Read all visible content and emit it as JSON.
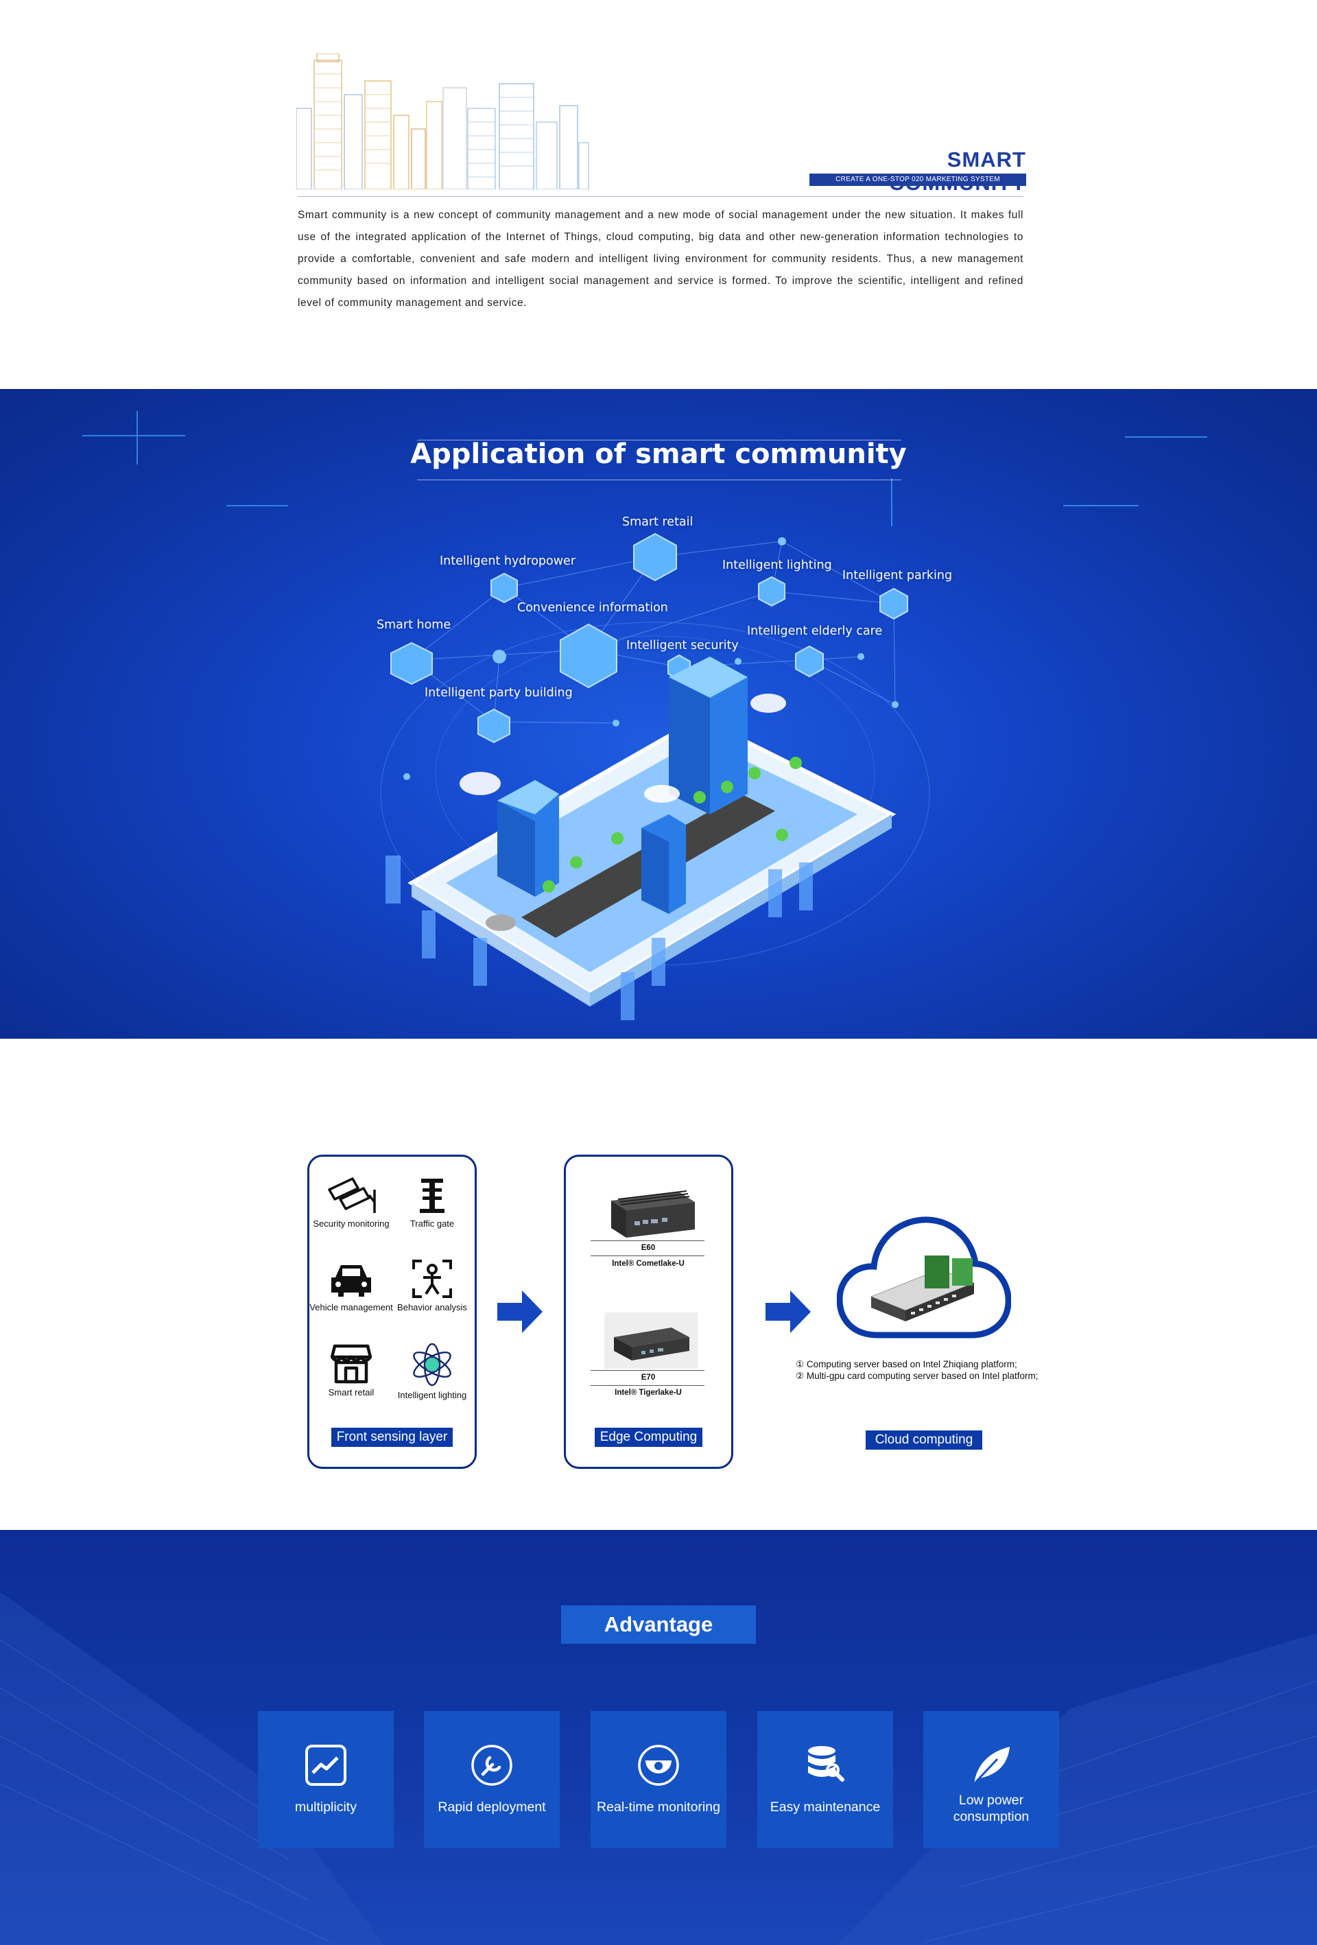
{
  "header": {
    "brand_title": "SMART COMMUNITY",
    "brand_subtitle": "CREATE A ONE-STOP 020 MARKETING SYSTEM",
    "intro": "Smart community is a new concept of community management and a new mode of social management under the new situation. It makes full use of the integrated application of the Internet of Things, cloud computing, big data and other new-generation information technologies to provide a comfortable, convenient and safe modern and intelligent living environment for community residents. Thus, a new management community based on information and intelligent social management and service is formed. To improve the scientific, intelligent and refined level of community management and service."
  },
  "application": {
    "title": "Application of smart community",
    "nodes": {
      "smart_retail": "Smart retail",
      "intelligent_hydropower": "Intelligent hydropower",
      "intelligent_lighting": "Intelligent lighting",
      "intelligent_parking": "Intelligent parking",
      "convenience_information": "Convenience information",
      "smart_home": "Smart home",
      "intelligent_security": "Intelligent security",
      "intelligent_elderly_care": "Intelligent elderly care",
      "intelligent_party_building": "Intelligent party building"
    }
  },
  "architecture": {
    "front": {
      "label": "Front sensing layer",
      "items": [
        "Security monitoring",
        "Traffic gate",
        "Vehicle management",
        "Behavior analysis",
        "Smart retail",
        "Intelligent lighting"
      ]
    },
    "edge": {
      "label": "Edge Computing",
      "products": [
        {
          "model": "E60",
          "cpu": "Intel® Cometlake-U"
        },
        {
          "model": "E70",
          "cpu": "Intel® Tigerlake-U"
        }
      ]
    },
    "cloud": {
      "label": "Cloud computing",
      "notes": [
        "① Computing server based on Intel Zhiqiang platform;",
        "② Multi-gpu card computing server based on Intel platform;"
      ]
    }
  },
  "advantage": {
    "title": "Advantage",
    "items": [
      {
        "label": "multiplicity",
        "icon": "chart-icon"
      },
      {
        "label": "Rapid deployment",
        "icon": "wrench-icon"
      },
      {
        "label": "Real-time monitoring",
        "icon": "camera-icon"
      },
      {
        "label": "Easy maintenance",
        "icon": "database-icon"
      },
      {
        "label": "Low power consumption",
        "icon": "leaf-icon"
      }
    ]
  },
  "colors": {
    "brand_blue": "#1f3f9f",
    "deep_blue": "#0b2a8a",
    "accent_blue": "#1a5fd0"
  }
}
